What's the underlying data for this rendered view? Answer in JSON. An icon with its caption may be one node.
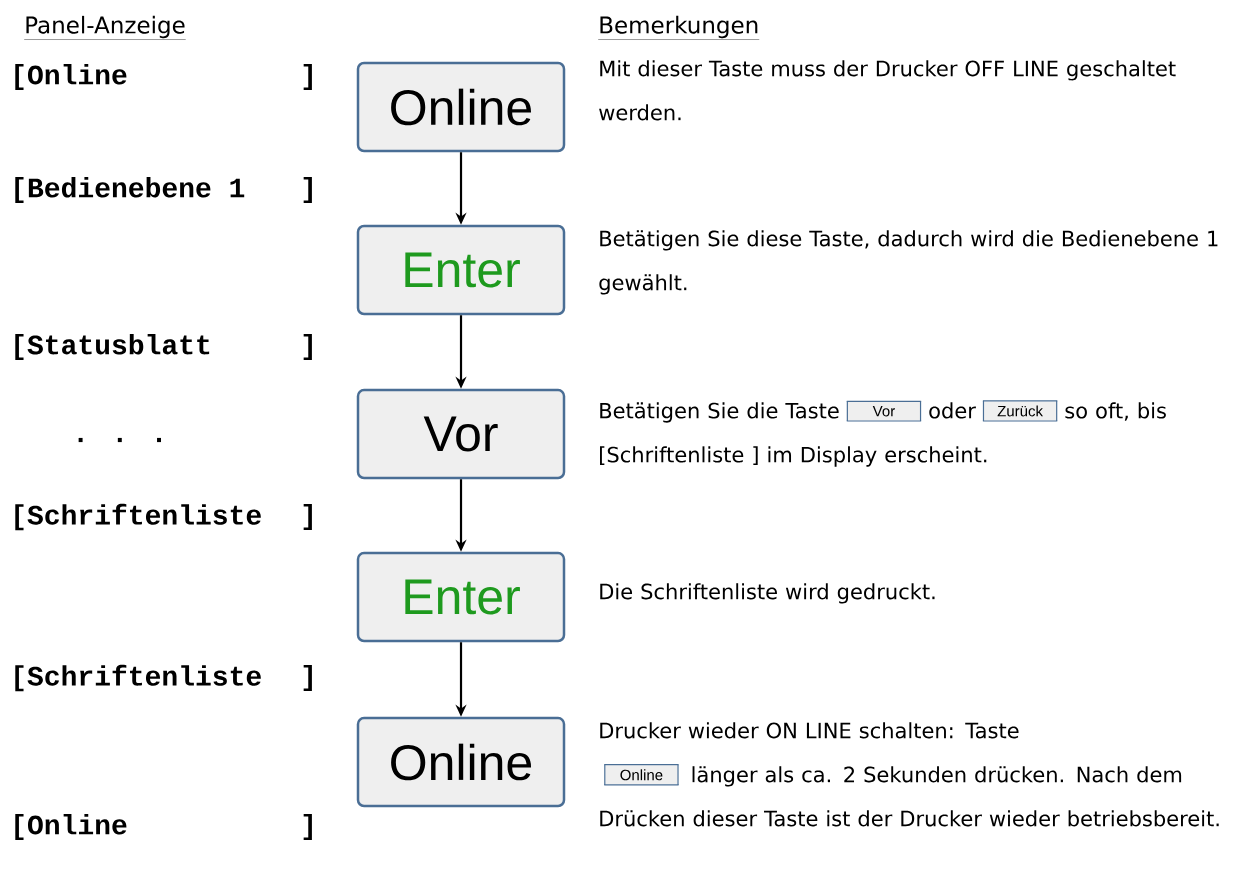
{
  "diagram": {
    "nodes": [
      {
        "text": [
          "Online"
        ]
      },
      {
        "text": [
          "Enter"
        ]
      },
      {
        "text": [
          "Vor"
        ]
      },
      {
        "text": [
          "Enter"
        ]
      },
      {
        "text": [
          "Online"
        ]
      }
    ],
    "edges": [
      {
        "from": 0,
        "to": 1,
        "arrow": "to"
      },
      {
        "from": 1,
        "to": 2,
        "arrow": "to"
      },
      {
        "from": 2,
        "to": 3,
        "arrow": "to"
      },
      {
        "from": 3,
        "to": 4,
        "arrow": "to"
      }
    ],
    "labels": [
      "Panel-Anzeige",
      "Bemerkungen",
      "[Online",
      "]",
      "Mit dieser Taste muss der Drucker OFF LINE geschaltet werden.",
      "[Bedienebene 1",
      "]",
      "Betätigen Sie diese Taste, dadurch wird die Bedienebene 1 gewählt.",
      "[Statusblatt",
      "]",
      ". . .",
      "Betätigen Sie die Taste",
      "Vor",
      "oder",
      "Zurück",
      "so oft, bis [Schriftenliste ] im Display erscheint.",
      "[Schriftenliste",
      "]",
      "Die Schriftenliste wird gedruckt.",
      "[Schriftenliste",
      "]",
      "Drucker wieder ON LINE schalten: Taste",
      "Online",
      "länger als ca. 2 Sekunden drücken. Nach dem Drücken dieser Taste ist der Drucker wieder betriebsbereit.",
      "[Online",
      "]"
    ]
  }
}
